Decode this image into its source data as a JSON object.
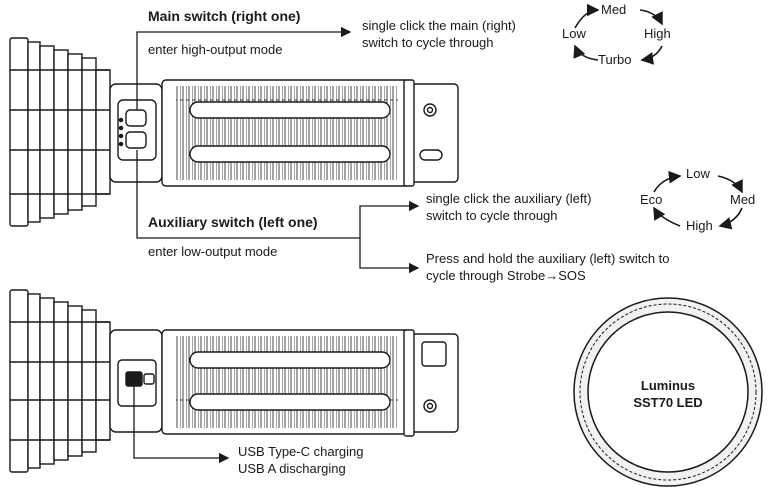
{
  "main_switch": {
    "title": "Main switch (right one)",
    "subtitle": "enter high-output mode",
    "instruction_line1": "single click the main (right)",
    "instruction_line2": "switch to cycle through",
    "cycle": [
      "Med",
      "High",
      "Turbo",
      "Low"
    ]
  },
  "aux_switch": {
    "title": "Auxiliary switch (left one)",
    "subtitle": "enter low-output mode",
    "instruction_line1": "single click the auxiliary (left)",
    "instruction_line2": "switch to cycle through",
    "hold_line1": "Press and hold the auxiliary (left) switch to",
    "hold_line2": "cycle through Strobe→SOS",
    "cycle": [
      "Low",
      "Med",
      "High",
      "Eco"
    ]
  },
  "usb": {
    "line1": "USB Type-C charging",
    "line2": "USB A discharging"
  },
  "lens": {
    "line1": "Luminus",
    "line2": "SST70 LED"
  },
  "colors": {
    "line": "#1a1a1a",
    "fill": "#ffffff",
    "lens_fill": "#f2f2f2"
  }
}
